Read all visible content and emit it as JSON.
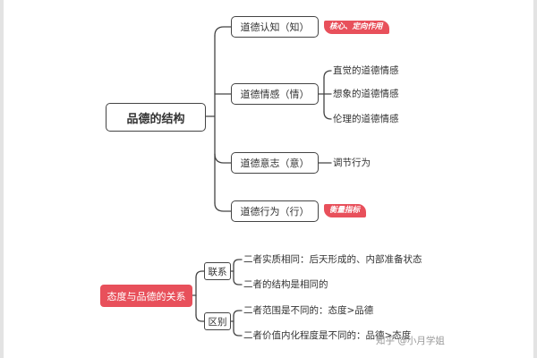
{
  "diagram1": {
    "root": "品德的结构",
    "cognition": {
      "label": "道德认知（知）",
      "tag": "核心、定向作用"
    },
    "emotion": {
      "label": "道德情感（情）",
      "children": [
        "直觉的道德情感",
        "想象的道德情感",
        "伦理的道德情感"
      ]
    },
    "will": {
      "label": "道德意志（意）",
      "child": "调节行为"
    },
    "behavior": {
      "label": "道德行为（行）",
      "tag": "衡量指标"
    }
  },
  "diagram2": {
    "root": "态度与品德的关系",
    "connection": {
      "label": "联系",
      "children": [
        "二者实质相同：后天形成的、内部准备状态",
        "二者的结构是相同的"
      ]
    },
    "difference": {
      "label": "区别",
      "children": [
        "二者范围是不同的：态度>品德",
        "二者价值内化程度是不同的：品德>态度"
      ]
    }
  },
  "watermark": "知乎 @小月学姐",
  "colors": {
    "accent": "#e8505b",
    "line": "#444444"
  }
}
